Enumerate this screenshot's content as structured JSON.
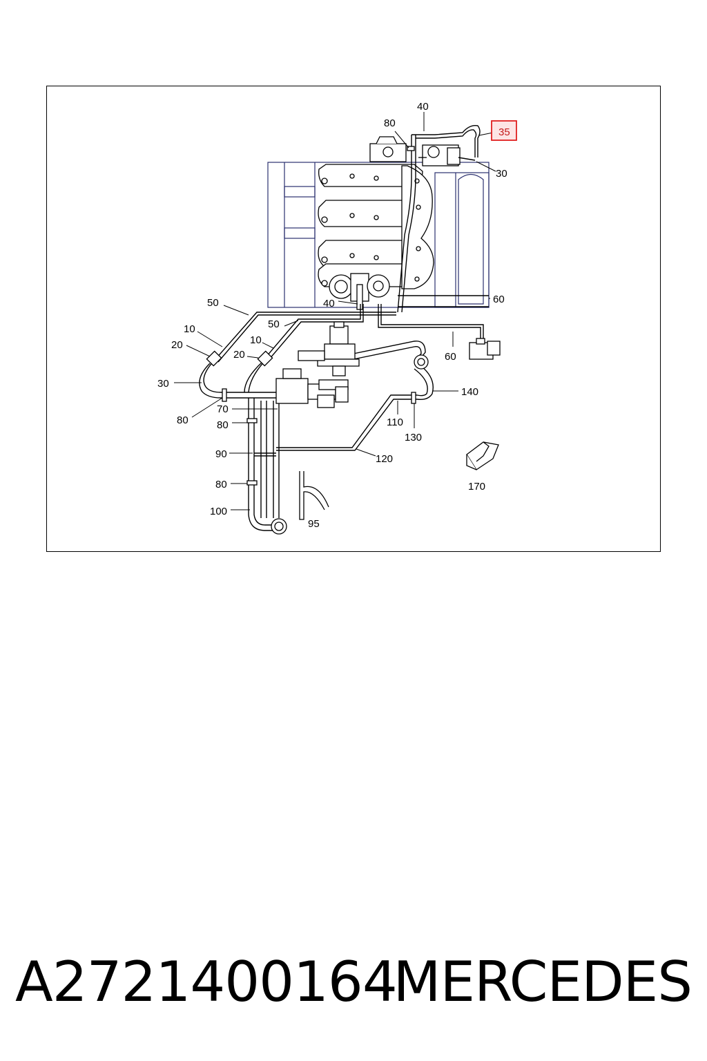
{
  "diagram": {
    "callouts": {
      "c40_top": "40",
      "c80_top": "80",
      "c35": "35",
      "c30_right": "30",
      "c50_left": "50",
      "c40_mid": "40",
      "c60_right": "60",
      "c50_mid": "50",
      "c10_left": "10",
      "c20_left": "20",
      "c10_mid": "10",
      "c20_mid": "20",
      "c60_low": "60",
      "c30_left": "30",
      "c70": "70",
      "c80_left": "80",
      "c80_a": "80",
      "c140": "140",
      "c110": "110",
      "c130": "130",
      "c90": "90",
      "c120": "120",
      "c80_b": "80",
      "c170": "170",
      "c100": "100",
      "c95": "95"
    },
    "highlighted_callout": "35",
    "highlight_color": "#e01e1e",
    "highlight_fill": "#fde4e4"
  },
  "footer": {
    "part_number": "A2721400164",
    "brand": "MERCEDES"
  }
}
